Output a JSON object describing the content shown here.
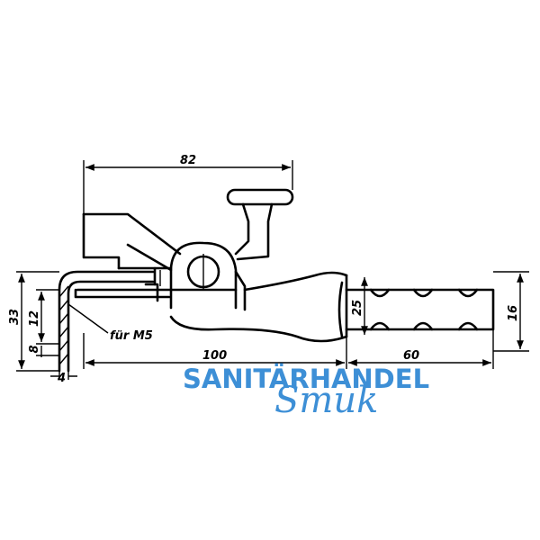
{
  "dimensions": {
    "d82": "82",
    "d33": "33",
    "d12": "12",
    "d8": "8",
    "d4": "4",
    "d100": "100",
    "d60": "60",
    "d25": "25",
    "d16": "16"
  },
  "note": "für M5",
  "watermark": {
    "line1": "SANITÄRHANDEL",
    "line2": "Smuk",
    "color": "#3d8fd6"
  }
}
